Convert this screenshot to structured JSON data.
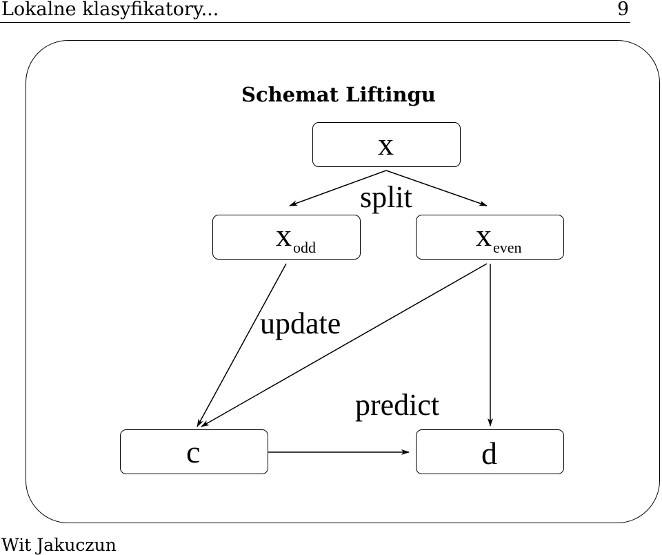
{
  "header": {
    "title": "Lokalne klasyfikatory...",
    "page_number": "9"
  },
  "footer": {
    "author": "Wit Jakuczun"
  },
  "diagram": {
    "title": "Schemat Liftingu",
    "nodes": {
      "x": {
        "label": "x"
      },
      "x_odd": {
        "label": "x",
        "subscript": "odd"
      },
      "x_even": {
        "label": "x",
        "subscript": "even"
      },
      "c": {
        "label": "c"
      },
      "d": {
        "label": "d"
      }
    },
    "edge_labels": {
      "split": "split",
      "update": "update",
      "predict": "predict"
    }
  }
}
